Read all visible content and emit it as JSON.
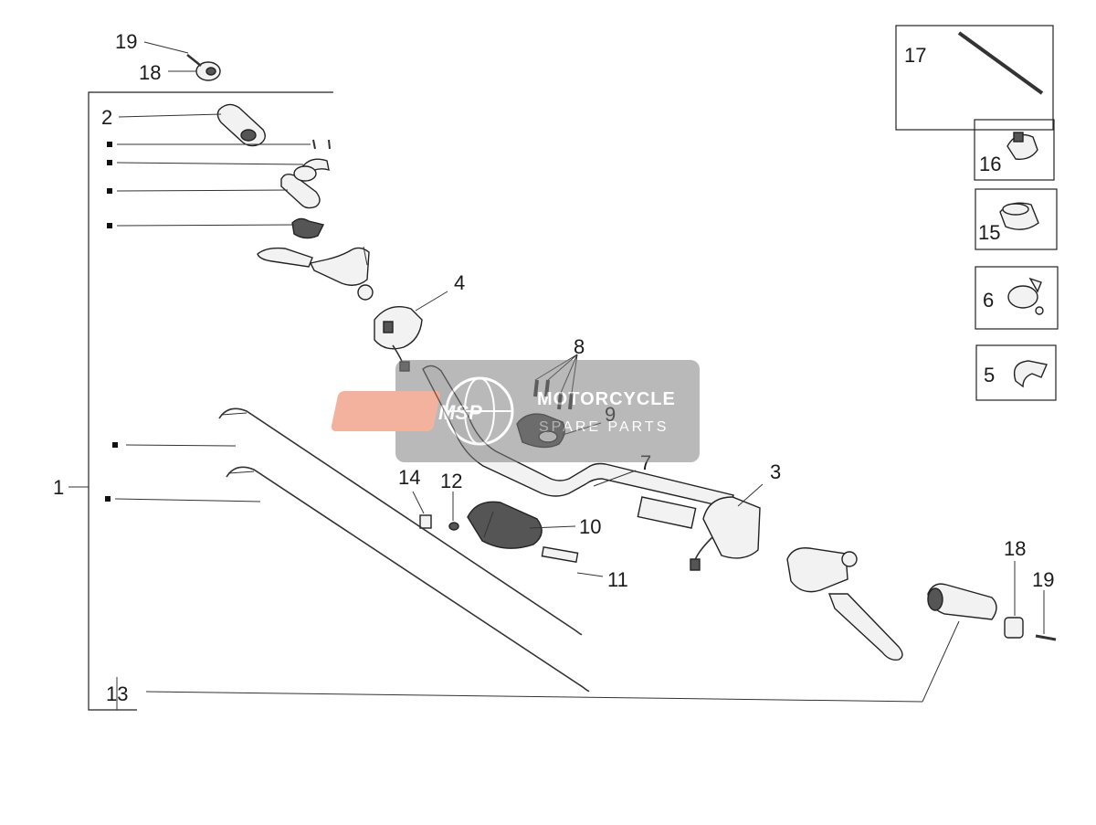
{
  "callouts": {
    "n1": "1",
    "n2": "2",
    "n3": "3",
    "n4": "4",
    "n5": "5",
    "n6": "6",
    "n7": "7",
    "n8": "8",
    "n9": "9",
    "n10": "10",
    "n11": "11",
    "n12": "12",
    "n13": "13",
    "n14": "14",
    "n15": "15",
    "n16": "16",
    "n17": "17",
    "n18a": "18",
    "n18b": "18",
    "n19a": "19",
    "n19b": "19"
  },
  "watermark": {
    "logo": "MSP",
    "line1": "MOTORCYCLE",
    "line2": "SPARE PARTS"
  },
  "colors": {
    "watermark_bg": "#808080",
    "watermark_accent": "#e8754f"
  }
}
